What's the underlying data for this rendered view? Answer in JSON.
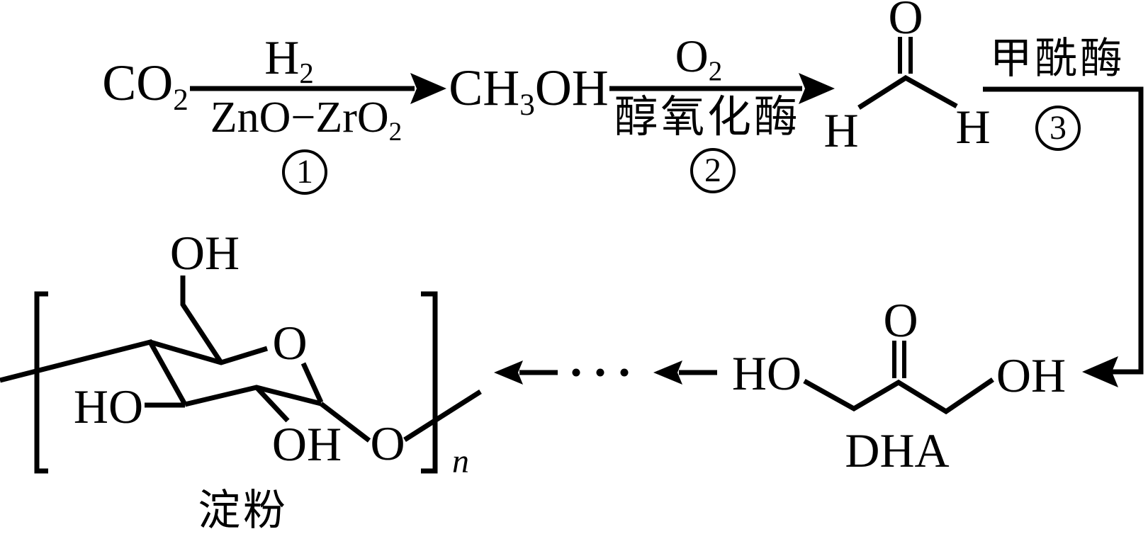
{
  "ink": "#000000",
  "background": "#ffffff",
  "scheme": {
    "step1": {
      "reactant_main": "CO",
      "reactant_sub": "2",
      "above_main": "H",
      "above_sub": "2",
      "below_main": "ZnO−ZrO",
      "below_sub": "2",
      "number": "1"
    },
    "step2": {
      "product_main": "CH",
      "product_sub": "3",
      "product_tail": "OH",
      "above_main": "O",
      "above_sub": "2",
      "below": "醇氧化酶",
      "number": "2"
    },
    "formaldehyde": {
      "oxygen": "O",
      "hydrogen_left": "H",
      "hydrogen_right": "H"
    },
    "step3": {
      "above": "甲酰酶",
      "number": "3"
    },
    "dha": {
      "ho_left": "HO",
      "oxygen": "O",
      "oh_right": "OH",
      "label": "DHA"
    },
    "chain_arrows": {
      "ellipsis": "···"
    },
    "starch": {
      "oh_top": "OH",
      "ho_left": "HO",
      "ring_oxygen": "O",
      "oh_bottom": "OH",
      "glycosidic_oxygen": "O",
      "repeat_subscript": "n",
      "label": "淀粉"
    }
  }
}
